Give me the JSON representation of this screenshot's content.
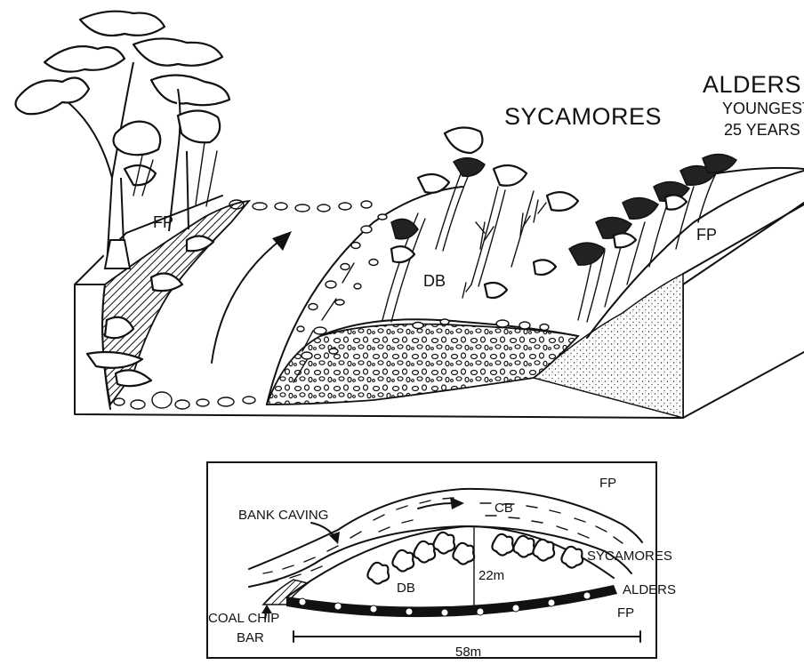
{
  "block_diagram": {
    "label_sycamores": "SYCAMORES",
    "label_alders": "ALDERS",
    "label_youngest": "YOUNGEST",
    "label_age": "25 YEARS",
    "label_fp_left": "FP",
    "label_fp_right": "FP",
    "label_db": "DB"
  },
  "plan_view": {
    "label_fp_top": "FP",
    "label_cb": "CB",
    "label_bank_caving": "BANK CAVING",
    "label_sycamores": "SYCAMORES",
    "label_db": "DB",
    "label_width": "22m",
    "label_alders": "ALDERS",
    "label_coal_chip_1": "COAL CHIP",
    "label_coal_chip_2": "BAR",
    "label_fp_bottom": "FP",
    "label_length": "58m"
  }
}
